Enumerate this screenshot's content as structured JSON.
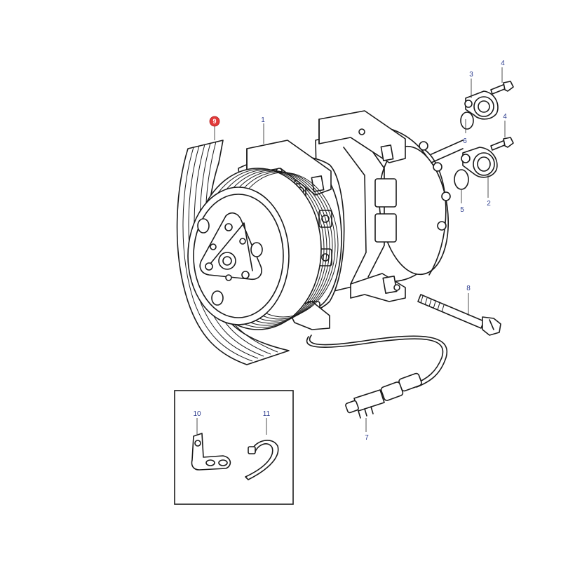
{
  "diagram": {
    "callouts": {
      "c1": "1",
      "c2": "2",
      "c3": "3",
      "c4a": "4",
      "c4b": "4",
      "c5": "5",
      "c6": "6",
      "c7": "7",
      "c8": "8",
      "c9": "9",
      "c10": "10",
      "c11": "11"
    },
    "highlight_color": "#e23a3a",
    "callout_color": "#2a3a8c",
    "highlighted_part": "9"
  }
}
